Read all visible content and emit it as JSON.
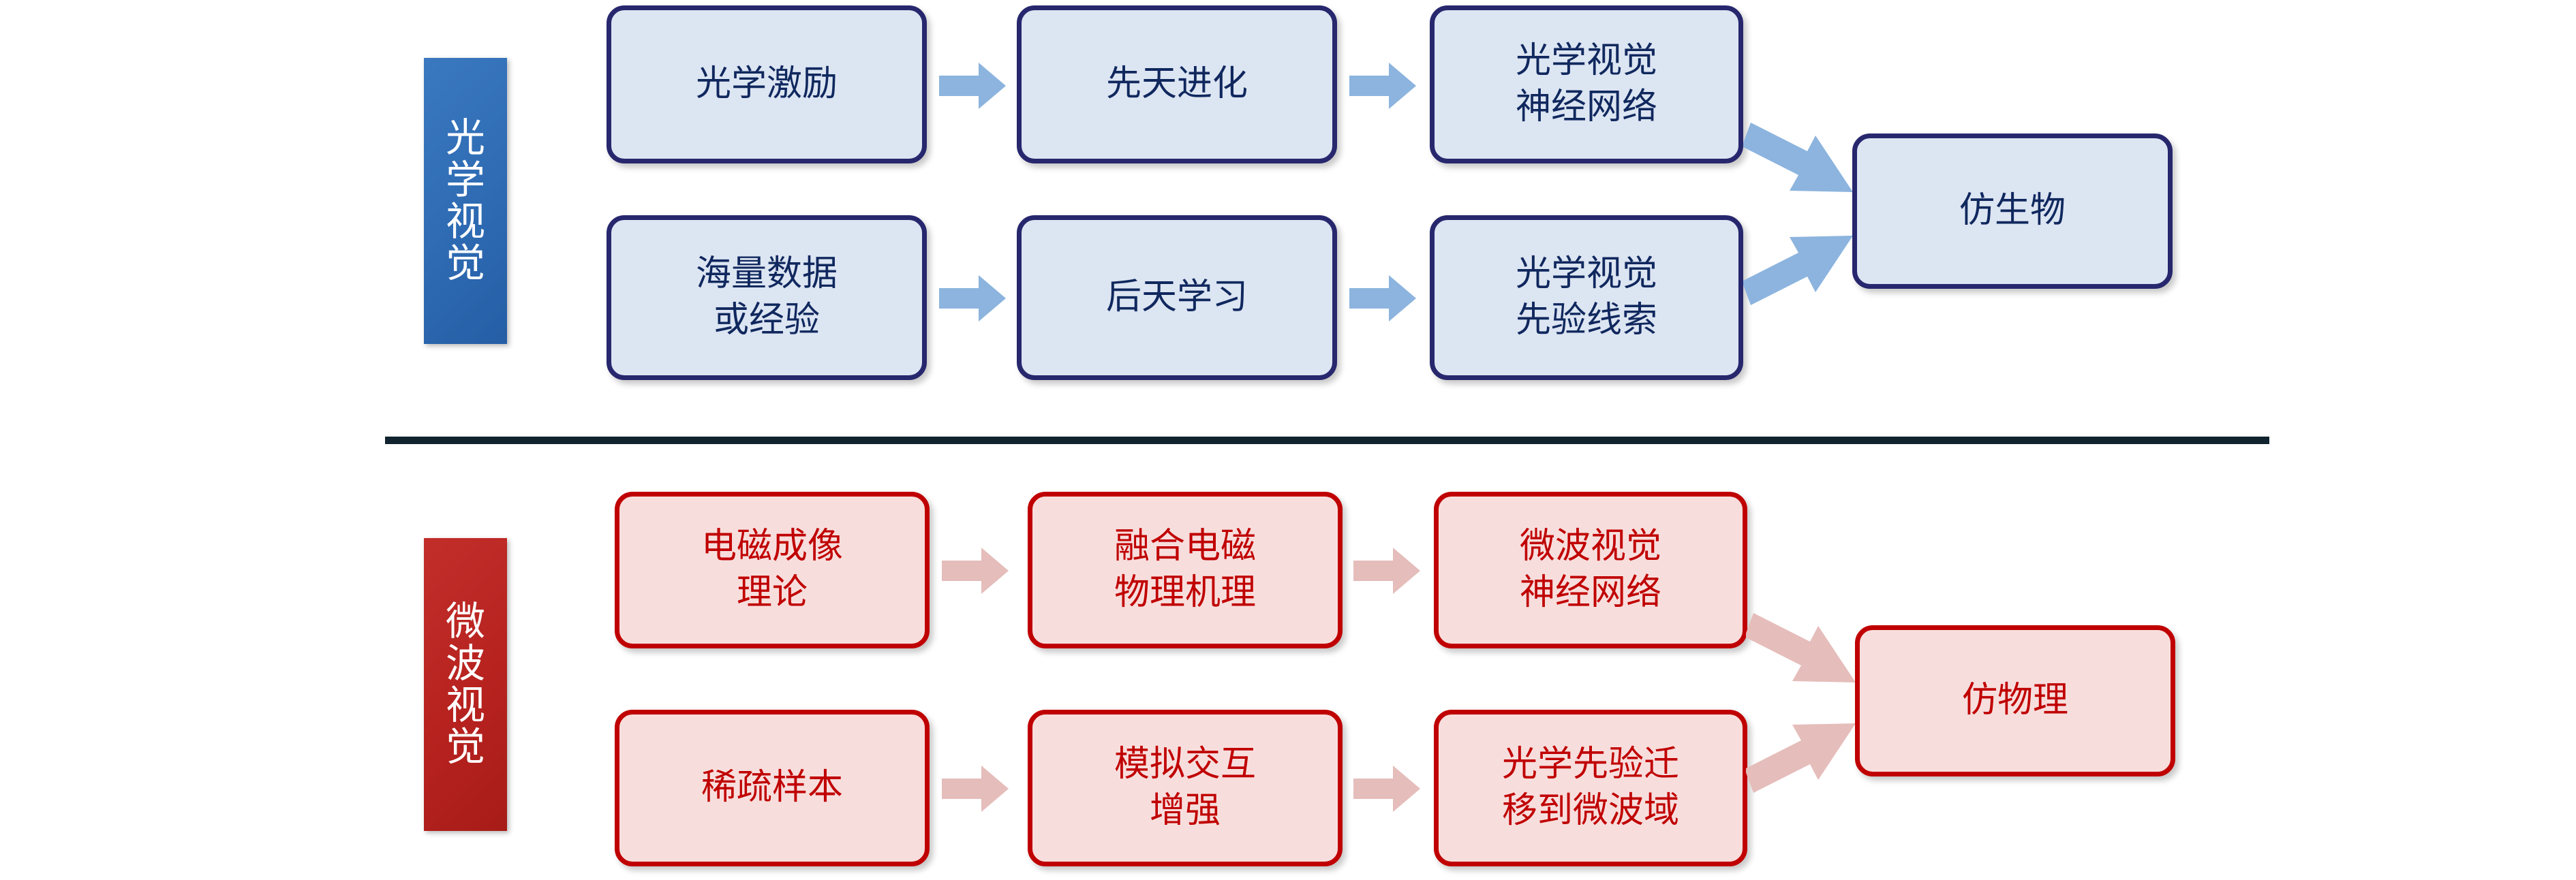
{
  "diagram": {
    "title_optical": "光学视觉",
    "title_microwave": "微波视觉",
    "colors": {
      "optical_tab_bg": "#2e6bb3",
      "optical_box_bg": "#dce5f2",
      "optical_box_border": "#27276e",
      "optical_text": "#10285e",
      "optical_arrow": "#8cb4de",
      "microwave_tab_bg": "#b7221f",
      "microwave_box_bg": "#f7dedd",
      "microwave_box_border": "#c00000",
      "microwave_text": "#c00000",
      "microwave_arrow": "#e5bdbb",
      "divider": "#10232e"
    },
    "optical": {
      "tab_chars": [
        "光",
        "学",
        "视",
        "觉"
      ],
      "row1": [
        {
          "label": "光学激励"
        },
        {
          "label": "先天进化"
        },
        {
          "label": "光学视觉\n神经网络"
        }
      ],
      "row2": [
        {
          "label": "海量数据\n或经验"
        },
        {
          "label": "后天学习"
        },
        {
          "label": "光学视觉\n先验线索"
        }
      ],
      "result": {
        "label": "仿生物"
      }
    },
    "microwave": {
      "tab_chars": [
        "微",
        "波",
        "视",
        "觉"
      ],
      "row1": [
        {
          "label": "电磁成像\n理论"
        },
        {
          "label": "融合电磁\n物理机理"
        },
        {
          "label": "微波视觉\n神经网络"
        }
      ],
      "row2": [
        {
          "label": "稀疏样本"
        },
        {
          "label": "模拟交互\n增强"
        },
        {
          "label": "光学先验迁\n移到微波域"
        }
      ],
      "result": {
        "label": "仿物理"
      }
    },
    "arrows": {
      "optical_icon": "right-arrow-icon",
      "optical_diag_down_icon": "diagonal-down-right-arrow-icon",
      "optical_diag_up_icon": "diagonal-up-right-arrow-icon",
      "microwave_icon": "right-arrow-icon",
      "microwave_diag_down_icon": "diagonal-down-right-arrow-icon",
      "microwave_diag_up_icon": "diagonal-up-right-arrow-icon"
    }
  }
}
